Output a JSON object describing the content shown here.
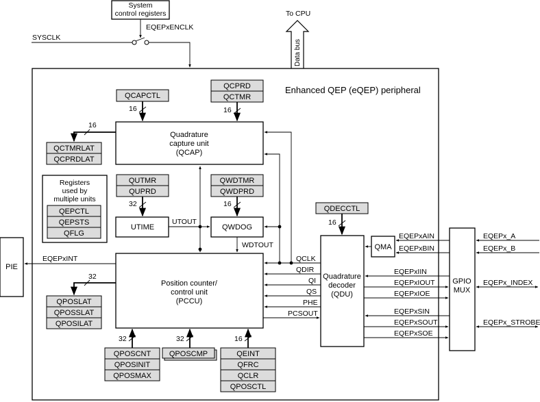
{
  "peripheral_title": "Enhanced QEP (eQEP) peripheral",
  "system_block": [
    "System",
    "control registers"
  ],
  "clock_enable": "EQEPxENCLK",
  "sysclk": "SYSCLK",
  "cpu": {
    "to_cpu": "To CPU",
    "data_bus": "Data bus"
  },
  "pie": "PIE",
  "eqepxint": "EQEPxINT",
  "registers": {
    "qcapctl": "QCAPCTL",
    "qcprd": "QCPRD",
    "qctmr": "QCTMR",
    "qctmrlat": "QCTMRLAT",
    "qcprdlat": "QCPRDLAT",
    "qutmr": "QUTMR",
    "quprd": "QUPRD",
    "qwdtmr": "QWDTMR",
    "qwdprd": "QWDPRD",
    "qdecctl": "QDECCTL",
    "qeppctl": "QEPCTL",
    "qepsts": "QEPSTS",
    "qflg": "QFLG",
    "qposlat": "QPOSLAT",
    "qposslat": "QPOSSLAT",
    "qposilat": "QPOSILAT",
    "qposcnt": "QPOSCNT",
    "qposinit": "QPOSINIT",
    "qposmax": "QPOSMAX",
    "qposcmp": "QPOSCMP",
    "qeint": "QEINT",
    "qfrc": "QFRC",
    "qclr": "QCLR",
    "qposctl": "QPOSCTL"
  },
  "shared_regs_title": [
    "Registers",
    "used by",
    "multiple units"
  ],
  "qcap_block": [
    "Quadrature",
    "capture unit",
    "(QCAP)"
  ],
  "utime": "UTIME",
  "qwdog": "QWDOG",
  "pccu_block": [
    "Position counter/",
    "control unit",
    "(PCCU)"
  ],
  "qdu_block": [
    "Quadrature",
    "decoder",
    "(QDU)"
  ],
  "qma": "QMA",
  "gpio_mux": [
    "GPIO",
    "MUX"
  ],
  "bus_widths": {
    "w16": "16",
    "w32": "32"
  },
  "signals": {
    "utout": "UTOUT",
    "wdtout": "WDTOUT",
    "qclk": "QCLK",
    "qdir": "QDIR",
    "qi": "QI",
    "qs": "QS",
    "phe": "PHE",
    "pcsout": "PCSOUT"
  },
  "qdu_gpio_signals": [
    "EQEPxAIN",
    "EQEPxBIN",
    "EQEPxIIN",
    "EQEPxIOUT",
    "EQEPxIOE",
    "EQEPxSIN",
    "EQEPxSOUT",
    "EQEPxSOE"
  ],
  "pins": [
    "EQEPx_A",
    "EQEPx_B",
    "EQEPx_INDEX",
    "EQEPx_STROBE"
  ]
}
